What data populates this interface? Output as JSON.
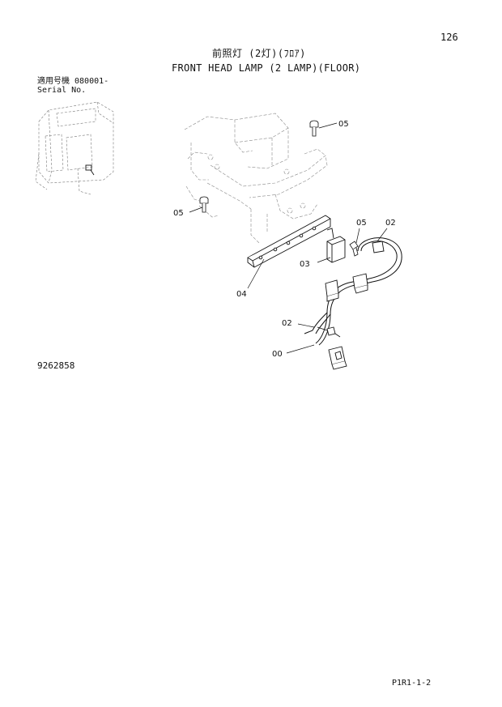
{
  "page_number": "126",
  "title_jp": "前照灯 (2灯)(ﾌﾛｱ)",
  "title_en": "FRONT HEAD LAMP (2 LAMP)(FLOOR)",
  "serial_label_jp": "適用号機 080001-",
  "serial_label_en": "Serial No.",
  "drawing_number": "9262858",
  "sheet_code": "P1R1-1-2",
  "callouts": {
    "c05_top": "05",
    "c05_left": "05",
    "c05_right": "05",
    "c02_top": "02",
    "c03": "03",
    "c04": "04",
    "c02_bottom": "02",
    "c00": "00"
  }
}
